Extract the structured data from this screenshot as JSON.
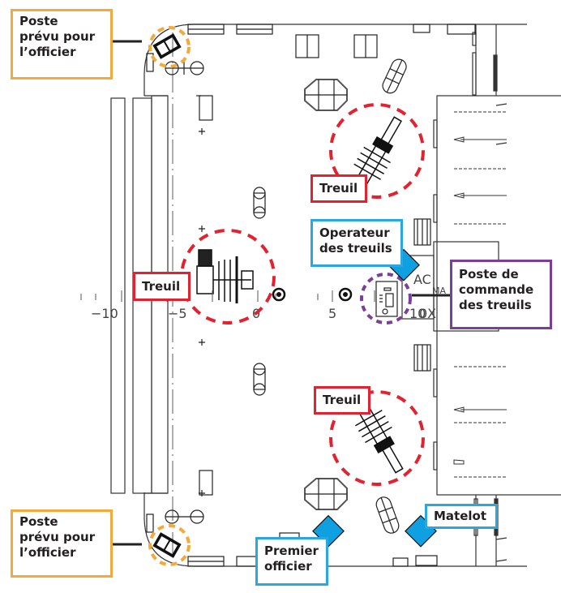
{
  "diagram": {
    "title": "Plan de pont - postes autour des treuils",
    "colors": {
      "officer_post": "#f4a93b",
      "winch": "#e3222f",
      "person": "#29a8e0",
      "person_marker": "#0ea0e0",
      "control_post": "#7b3f98",
      "drawing": "#1a1a1a"
    },
    "labels": {
      "officer_post_top": "Poste\nprévu pour\nl’officier",
      "officer_post_bottom": "Poste\nprévu pour\nl’officier",
      "winch_top": "Treuil",
      "winch_middle": "Treuil",
      "winch_bottom": "Treuil",
      "winch_operator": "Operateur\ndes treuils",
      "winch_control_post": "Poste de\ncommande\ndes treuils",
      "first_officer": "Premier\nofficier",
      "deckhand": "Matelot"
    },
    "axis": {
      "ticks": [
        "−10",
        "−5",
        "0",
        "5",
        "10"
      ]
    },
    "drawing_text": {
      "ac": "AC",
      "ma": "MA",
      "ox": "0X"
    }
  }
}
